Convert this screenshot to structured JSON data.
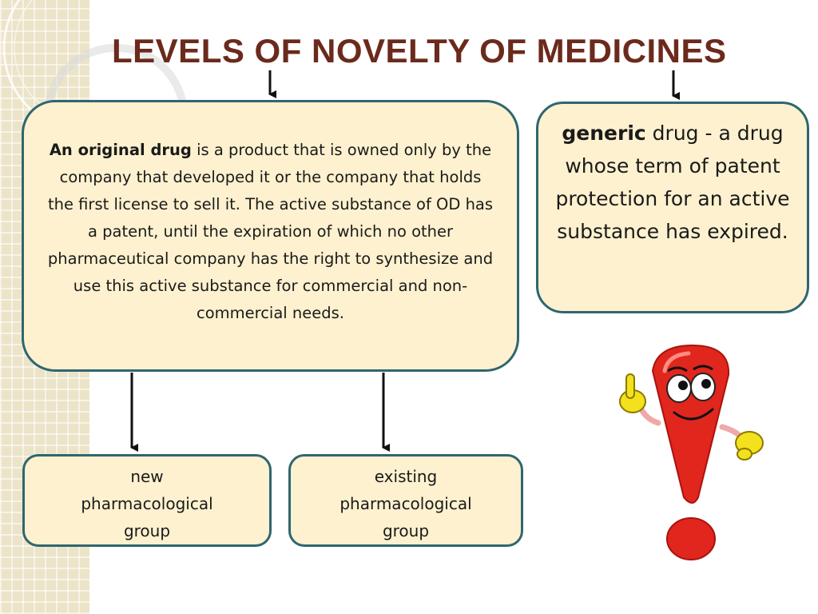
{
  "title": "LEVELS OF NOVELTY OF MEDICINES",
  "original_box": {
    "bold_term": "An original drug",
    "description": " is a product that is owned only by the company that developed it or the company that holds the first license to sell it. The active substance of OD has a patent, until the expiration of which no other pharmaceutical company has the right to synthesize and use this active substance for commercial and non-commercial needs."
  },
  "generic_box": {
    "bold_term": "generic",
    "description": " drug - a drug whose term of patent protection for an active substance has expired."
  },
  "new_group_box": {
    "label": "new pharmacological group"
  },
  "existing_group_box": {
    "label": "existing pharmacological group"
  },
  "colors": {
    "title": "#6b2a1c",
    "box_fill": "#fdf1cf",
    "box_border": "#2f6670",
    "mascot": "#e0261d",
    "mascot_hands": "#f2e11c"
  },
  "icons": {
    "mascot": "exclamation-mark-character-icon"
  }
}
